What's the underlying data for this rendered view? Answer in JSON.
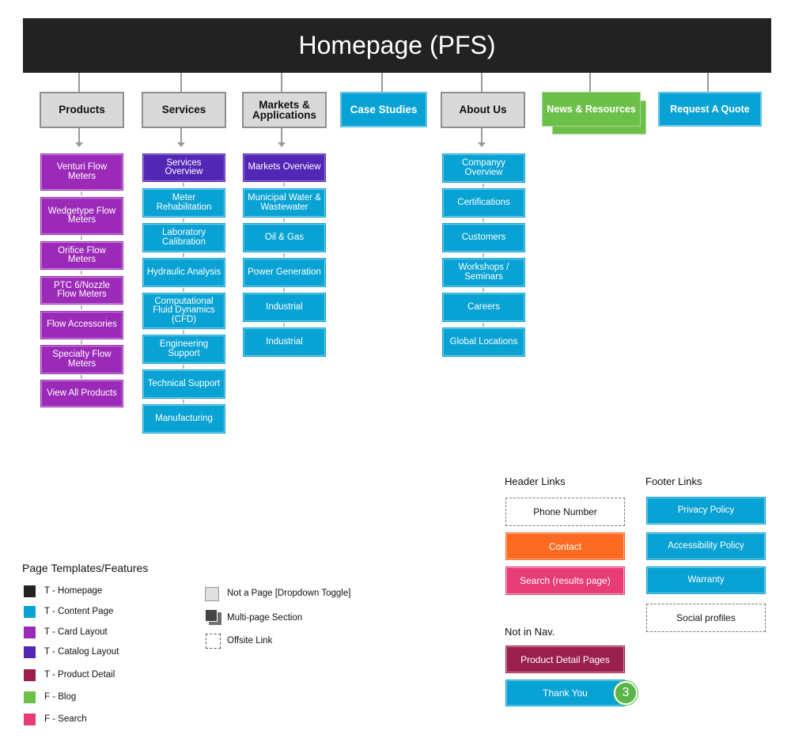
{
  "title": "Homepage (PFS)",
  "nav": {
    "products": "Products",
    "services": "Services",
    "markets": "Markets & Applications",
    "case_studies": "Case Studies",
    "about": "About Us",
    "news": "News & Resources",
    "quote": "Request A Quote"
  },
  "products": [
    "Venturi Flow Meters",
    "Wedgetype Flow Meters",
    "Orifice Flow Meters",
    "PTC 6/Nozzle Flow Meters",
    "Flow Accessories",
    "Specialty Flow Meters",
    "View All Products"
  ],
  "services": [
    "Services Overview",
    "Meter Rehabilitation",
    "Laboratory Calibration",
    "Hydraulic Analysis",
    "Computational Fluid Dynamics (CFD)",
    "Engineering Support",
    "Technical Support",
    "Manufacturing"
  ],
  "markets": [
    "Markets Overview",
    "Municipal Water & Wastewater",
    "Oil & Gas",
    "Power Generation",
    "Industrial",
    "Industrial"
  ],
  "about": [
    "Companyy Overview",
    "Certifications",
    "Customers",
    "Workshops / Seminars",
    "Careers",
    "Global Locations"
  ],
  "header_links": {
    "title": "Header Links",
    "items": [
      "Phone Number",
      "Contact",
      "Search (results page)"
    ]
  },
  "footer_links": {
    "title": "Footer Links",
    "items": [
      "Privacy Policy",
      "Accessibility Policy",
      "Warranty",
      "Social profiles"
    ]
  },
  "not_in_nav": {
    "title": "Not in Nav.",
    "items": [
      "Product Detail Pages",
      "Thank You"
    ],
    "badge": "3"
  },
  "legend": {
    "title": "Page Templates/Features",
    "templates": [
      {
        "label": "T - Homepage",
        "color": "#222222"
      },
      {
        "label": "T - Content Page",
        "color": "#09a2d4"
      },
      {
        "label": "T - Card Layout",
        "color": "#9b2ab8"
      },
      {
        "label": "T - Catalog Layout",
        "color": "#5327b5"
      },
      {
        "label": "T - Product Detail",
        "color": "#9b1f4d"
      },
      {
        "label": "F - Blog",
        "color": "#6cc04a"
      },
      {
        "label": "F - Search",
        "color": "#e83c76"
      }
    ],
    "features": [
      "Not a Page [Dropdown Toggle]",
      "Multi-page Section",
      "Offsite Link"
    ]
  }
}
